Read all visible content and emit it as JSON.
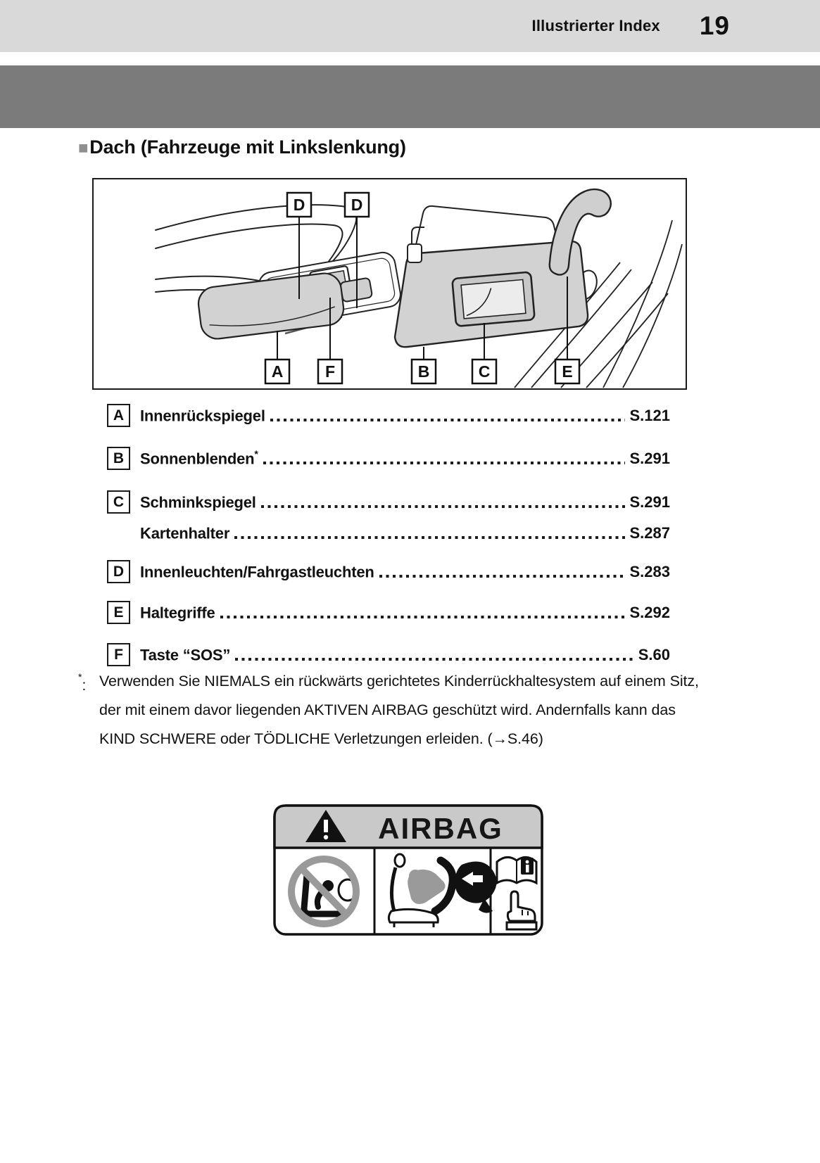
{
  "header": {
    "section_title": "Illustrierter Index",
    "page_number": "19"
  },
  "section": {
    "bullet": "■",
    "heading": "Dach (Fahrzeuge mit Linkslenkung)"
  },
  "diagram": {
    "top_labels": [
      "D",
      "D"
    ],
    "bottom_labels": [
      "A",
      "F",
      "B",
      "C",
      "E"
    ]
  },
  "index_items": [
    {
      "letter": "A",
      "label": "Innenrückspiegel",
      "sup": "",
      "page": "S.121"
    },
    {
      "letter": "B",
      "label": "Sonnenblenden",
      "sup": "*",
      "page": "S.291"
    },
    {
      "letter": "C",
      "label": "Schminkspiegel",
      "sup": "",
      "page": "S.291"
    },
    {
      "letter": "",
      "label": "Kartenhalter",
      "sup": "",
      "page": "S.287"
    },
    {
      "letter": "D",
      "label": "Innenleuchten/Fahrgastleuchten",
      "sup": "",
      "page": "S.283"
    },
    {
      "letter": "E",
      "label": "Haltegriffe",
      "sup": "",
      "page": "S.292"
    },
    {
      "letter": "F",
      "label": "Taste “SOS”",
      "sup": "",
      "page": "S.60"
    }
  ],
  "footnote": {
    "marker": "*",
    "colon": ":",
    "lines": [
      "Verwenden Sie NIEMALS ein rückwärts gerichtetes Kinderrückhaltesystem auf einem Sitz,",
      "der mit einem davor liegenden AKTIVEN AIRBAG geschützt wird. Andernfalls kann das",
      "KIND SCHWERE oder TÖDLICHE Verletzungen erleiden. (→S.46)"
    ]
  },
  "airbag_label": {
    "title": "AIRBAG"
  },
  "colors": {
    "topbar_bg": "#d9d9d9",
    "banner_bg": "#7b7b7b",
    "label_band_bg": "#c9c9c9",
    "diagram_gray_fill": "#d2d2d2",
    "prohibition_gray": "#9a9a9a",
    "text": "#111111"
  }
}
